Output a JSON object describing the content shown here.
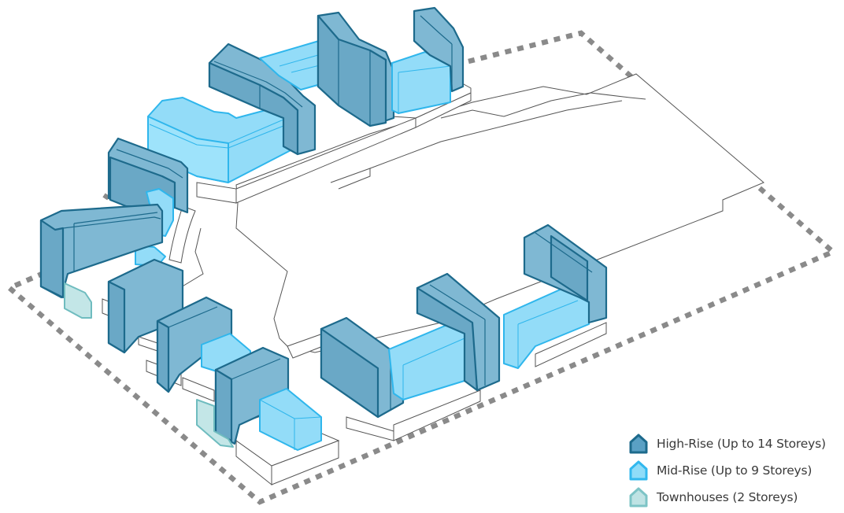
{
  "legend": {
    "items": [
      {
        "label": "High-Rise (Up to 14 Storeys)",
        "icon": "house-icon",
        "fill": "#5aa0c4",
        "stroke": "#1d6a8c"
      },
      {
        "label": "Mid-Rise (Up to 9 Storeys)",
        "icon": "house-icon",
        "fill": "#8fdcf8",
        "stroke": "#31b8ee"
      },
      {
        "label": "Townhouses (2 Storeys)",
        "icon": "house-icon",
        "fill": "#bfe3e4",
        "stroke": "#7dc4c6"
      }
    ]
  },
  "colors": {
    "high_rise_fill": "#79b4d0",
    "high_rise_stroke": "#1d6a8c",
    "mid_rise_fill": "#93dcf8",
    "mid_rise_stroke": "#2fb6ec",
    "townhouse_fill": "#c3e6e7",
    "townhouse_stroke": "#6fbcbf",
    "site_boundary": "#8a8a8a",
    "podium_stroke": "#555555"
  }
}
